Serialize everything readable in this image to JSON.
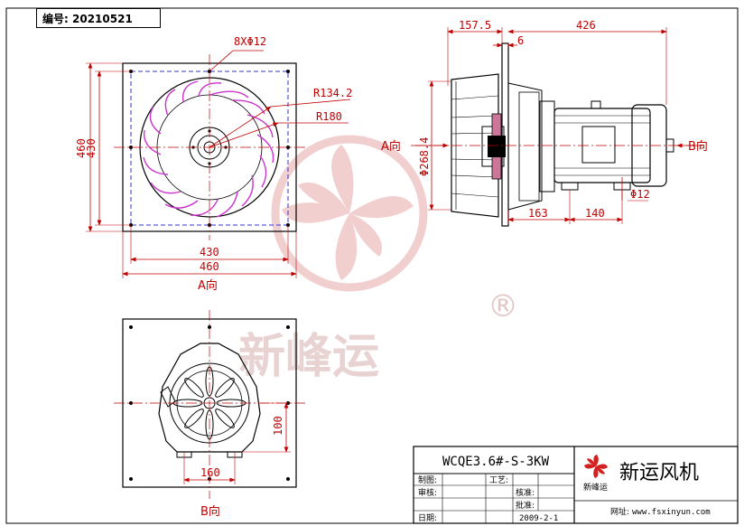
{
  "drawing_number_label": "编号:",
  "drawing_number": "20210521",
  "front_view": {
    "bolt_holes": "8XΦ12",
    "r_inner": "R134.2",
    "r_outer": "R180",
    "height_outer": "460",
    "height_inner": "430",
    "width_inner": "430",
    "width_outer": "460",
    "view_label": "A向"
  },
  "side_view": {
    "dim_flange": "157.5",
    "dim_gap": "6",
    "dim_motor": "426",
    "dia_inlet": "Φ268.4",
    "dim_base1": "163",
    "dim_base2": "140",
    "dim_hole": "Φ12",
    "label_a": "A向",
    "label_b": "B向"
  },
  "rear_view": {
    "dim_160": "160",
    "dim_100": "100",
    "view_label": "B向"
  },
  "watermark": {
    "text": "新峰运",
    "registered": "®"
  },
  "title_block": {
    "model": "WCQE3.6#-S-3KW",
    "brand_small": "新峰运",
    "company": "新运风机",
    "website_label": "网址:",
    "website": "www.fsxinyun.com",
    "labels": {
      "drawn": "制图:",
      "process": "工艺:",
      "review": "审核:",
      "check": "核准:",
      "approve": "批准:",
      "date": "日期:"
    },
    "date": "2009-2-1"
  },
  "colors": {
    "dimension": "#c00000",
    "centerline": "#c00000",
    "hidden": "#3333cc",
    "blade": "#cc33cc",
    "watermark": "#e8b8b8"
  }
}
